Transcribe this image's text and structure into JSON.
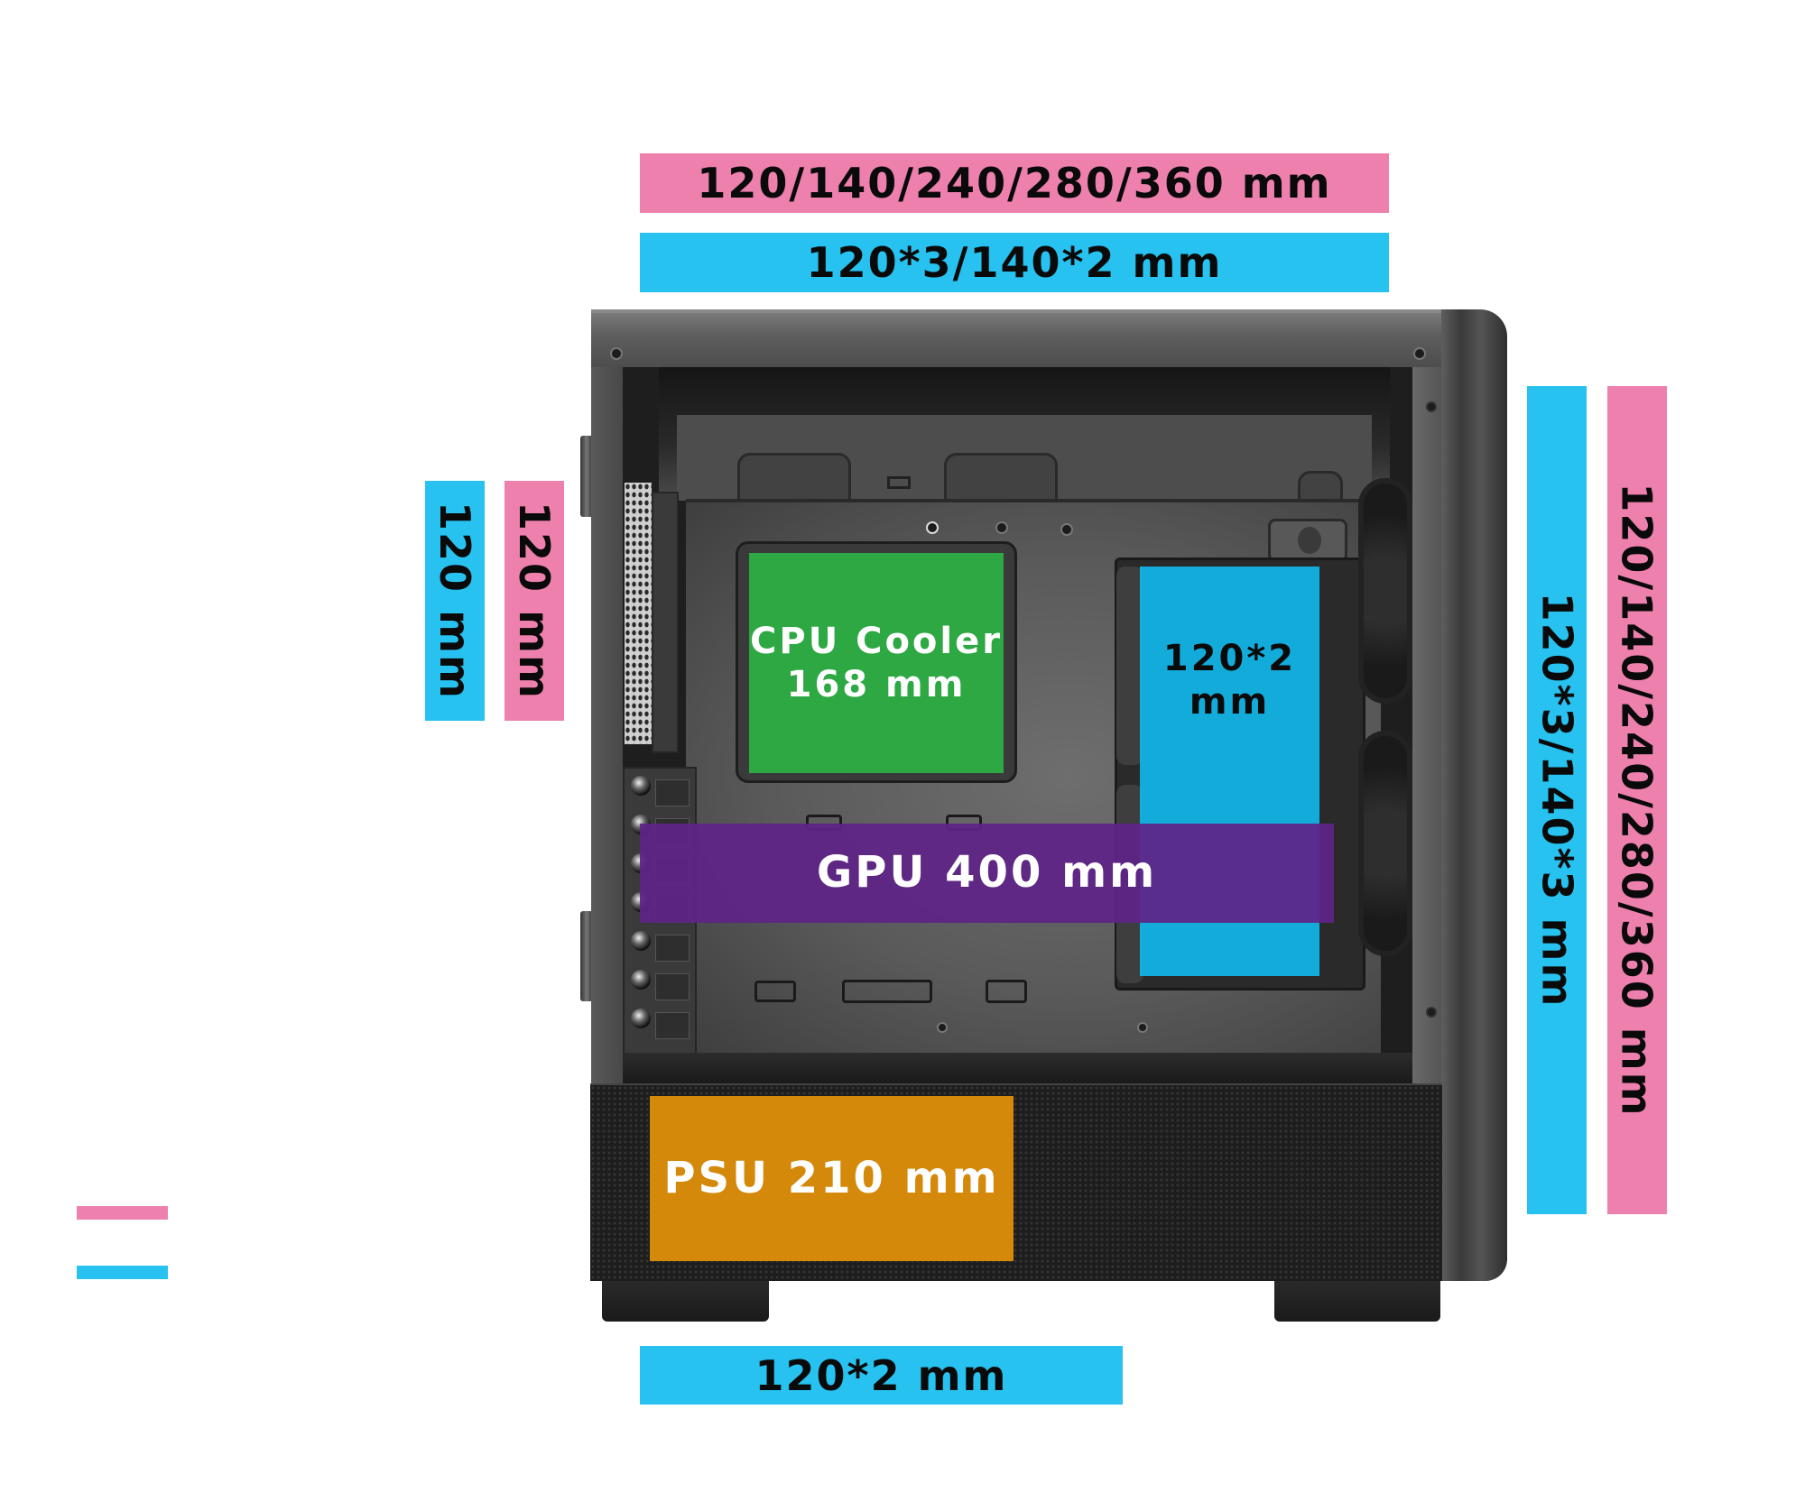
{
  "diagram": {
    "subject": "PC case clearance / compatibility diagram",
    "legend": {
      "entries": [
        {
          "name": "radiator-support",
          "color": "#ee80ae",
          "label": ""
        },
        {
          "name": "fan-support",
          "color": "#27c2ef",
          "label": ""
        }
      ]
    },
    "dimension_bars": {
      "top_radiator": "120/140/240/280/360 mm",
      "top_fans": "120*3/140*2 mm",
      "rear_fan": "120 mm",
      "rear_radiator": "120 mm",
      "front_fans": "120*3/140*3 mm",
      "front_radiator": "120/140/240/280/360 mm",
      "bottom_fans": "120*2 mm"
    },
    "components": {
      "cpu_cooler": {
        "line1": "CPU Cooler",
        "line2": "168 mm",
        "color": "#2ea843"
      },
      "gpu": {
        "label": "GPU 400 mm",
        "color": "#5f2487"
      },
      "side_fans": {
        "line1": "120*2",
        "line2": "mm",
        "color": "#13b0e0"
      },
      "psu": {
        "label": "PSU 210 mm",
        "color": "#d4890a"
      }
    },
    "case": {
      "pci_slots": 7
    }
  }
}
